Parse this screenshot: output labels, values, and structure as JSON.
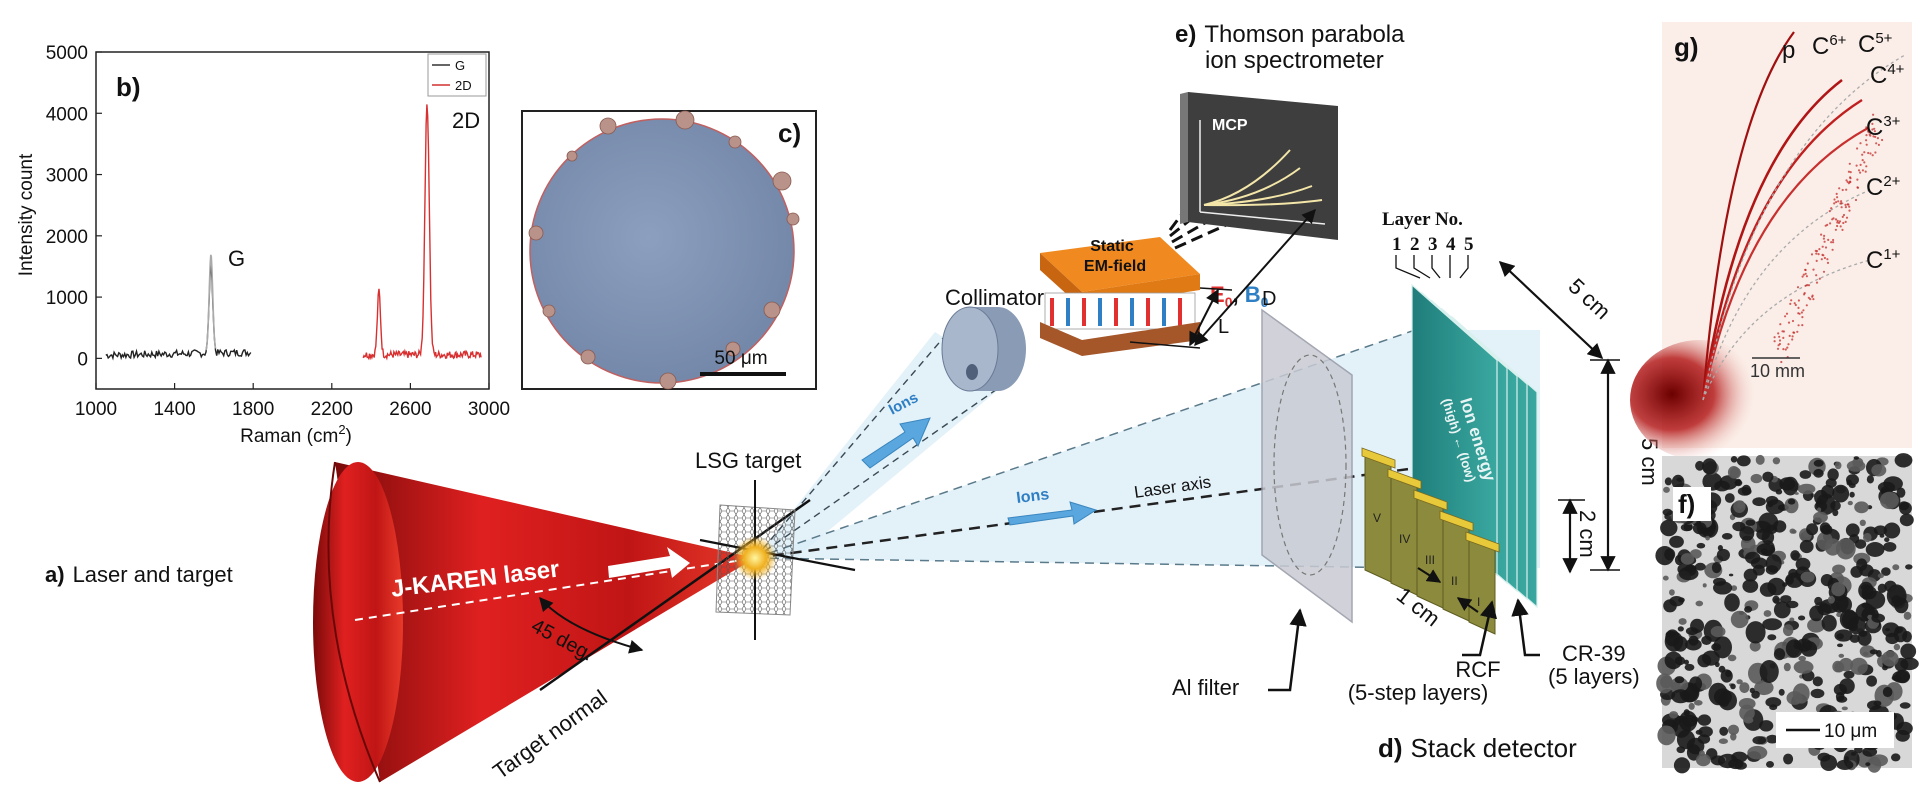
{
  "raman": {
    "panel_label": "b)",
    "y_axis_label": "Intensity count",
    "x_axis_label": "Raman (cm",
    "x_axis_label_sup": "2",
    "x_axis_label_end": ")",
    "x_ticks": [
      "1000",
      "1400",
      "1800",
      "2200",
      "2600",
      "3000"
    ],
    "y_ticks": [
      "0",
      "1000",
      "2000",
      "3000",
      "4000",
      "5000"
    ],
    "legend": [
      "G",
      "2D"
    ],
    "peak_labels": [
      "G",
      "2D"
    ]
  },
  "micro": {
    "panel_label": "c)",
    "scale_label": "50 μm"
  },
  "setup": {
    "panel_a": "a)",
    "panel_a_text": "Laser and target",
    "laser_name": "J-KAREN laser",
    "angle": "45 deg.",
    "target_normal": "Target normal",
    "lsg_target": "LSG target",
    "collimator": "Collimator",
    "ions_1": "Ions",
    "ions_2": "Ions",
    "laser_axis": "Laser axis",
    "static_field_1": "Static",
    "static_field_2": "EM-field",
    "e0": "E",
    "b0": "B",
    "sub0": "0",
    "mcp": "MCP",
    "dist_D": "D",
    "dist_L": "L",
    "panel_e": "e)",
    "panel_e_line1": "Thomson parabola",
    "panel_e_line2": "ion spectrometer",
    "layer_no": "Layer No.",
    "layer_nums": [
      "1",
      "2",
      "3",
      "4",
      "5"
    ],
    "dim_5cm_a": "5 cm",
    "dim_5cm_b": "5 cm",
    "dim_2cm": "2 cm",
    "dim_1cm": "1 cm",
    "ion_energy_1": "Ion energy",
    "ion_energy_2": "(high) ← (low)",
    "roman": [
      "I",
      "II",
      "III",
      "IV",
      "V"
    ],
    "al_filter": "Al filter",
    "rcf_1": "RCF",
    "rcf_2": "(5-step layers)",
    "cr39_1": "CR-39",
    "cr39_2": "(5 layers)",
    "panel_d": "d)",
    "panel_d_text": "Stack detector"
  },
  "parabola": {
    "panel_label": "g)",
    "species": [
      "p",
      "C",
      "C",
      "C",
      "C",
      "C",
      "C"
    ],
    "charges": [
      "6+",
      "5+",
      "4+",
      "3+",
      "2+",
      "1+"
    ],
    "scale_label": "10 mm"
  },
  "etch": {
    "panel_label": "f)",
    "scale_label": "10 μm"
  }
}
